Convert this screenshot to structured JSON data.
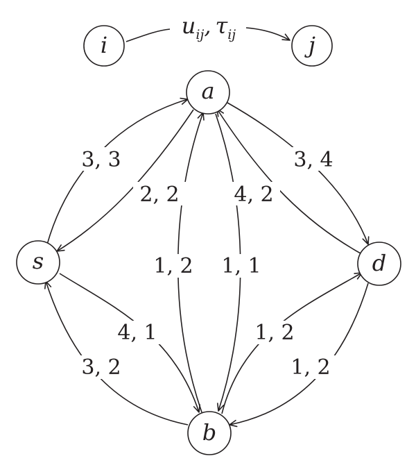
{
  "legend": {
    "tail": "i",
    "head": "j",
    "u": "u",
    "u_sub": "ij",
    "separator": ",",
    "tau": "τ",
    "tau_sub": "ij"
  },
  "nodes": {
    "a": "a",
    "s": "s",
    "d": "d",
    "b": "b"
  },
  "edges": [
    {
      "from": "s",
      "to": "a",
      "label": "3, 3"
    },
    {
      "from": "a",
      "to": "s",
      "label": "2, 2"
    },
    {
      "from": "a",
      "to": "d",
      "label": "3, 4"
    },
    {
      "from": "d",
      "to": "a",
      "label": "4, 2"
    },
    {
      "from": "b",
      "to": "a",
      "label": "1, 2"
    },
    {
      "from": "a",
      "to": "b",
      "label": "1, 1"
    },
    {
      "from": "s",
      "to": "b",
      "label": "4, 1"
    },
    {
      "from": "b",
      "to": "s",
      "label": "3, 2"
    },
    {
      "from": "b",
      "to": "d",
      "label": "1, 2"
    },
    {
      "from": "d",
      "to": "b",
      "label": "1, 2"
    }
  ],
  "colors": {
    "ink": "#231f20",
    "background": "#ffffff"
  }
}
